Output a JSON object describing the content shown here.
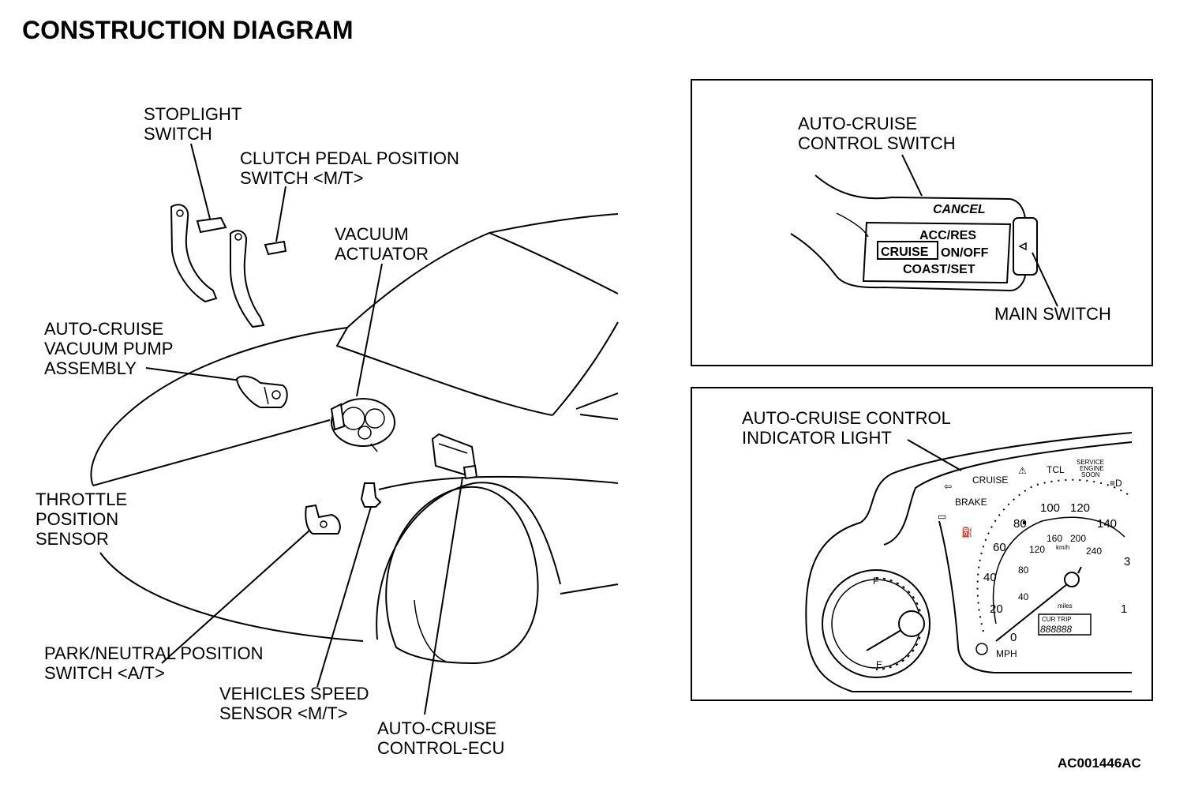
{
  "title": "CONSTRUCTION DIAGRAM",
  "reference_code": "AC001446AC",
  "labels": {
    "stoplight_switch": [
      "STOPLIGHT",
      "SWITCH"
    ],
    "clutch_switch": [
      "CLUTCH PEDAL POSITION",
      "SWITCH <M/T>"
    ],
    "vacuum_actuator": [
      "VACUUM",
      "ACTUATOR"
    ],
    "vacuum_pump": [
      "AUTO-CRUISE",
      "VACUUM PUMP",
      "ASSEMBLY"
    ],
    "throttle_sensor": [
      "THROTTLE",
      "POSITION",
      "SENSOR"
    ],
    "park_neutral_switch": [
      "PARK/NEUTRAL POSITION",
      "SWITCH <A/T>"
    ],
    "speed_sensor": [
      "VEHICLES SPEED",
      "SENSOR <M/T>"
    ],
    "cruise_ecu": [
      "AUTO-CRUISE",
      "CONTROL-ECU"
    ]
  },
  "switch_panel": {
    "label": [
      "AUTO-CRUISE",
      "CONTROL SWITCH"
    ],
    "main_switch": "MAIN SWITCH",
    "cancel": "CANCEL",
    "acc_res": "ACC/RES",
    "cruise": "CRUISE",
    "on_off": "ON/OFF",
    "coast_set": "COAST/SET"
  },
  "indicator_panel": {
    "label": [
      "AUTO-CRUISE CONTROL",
      "INDICATOR LIGHT"
    ],
    "cruise": "CRUISE",
    "brake": "BRAKE",
    "tcl": "TCL",
    "service_engine_soon": [
      "SERVICE",
      "ENGINE",
      "SOON"
    ],
    "mph": "MPH",
    "miles": "miles",
    "kmh": "km/h",
    "fuel_full": "F",
    "fuel_empty": "E",
    "odometer_tag": "CUR TRIP",
    "odometer_value": "888888",
    "mph_scale": [
      "20",
      "40",
      "60",
      "80",
      "100",
      "120",
      "140"
    ],
    "kmh_scale": [
      "40",
      "80",
      "120",
      "160",
      "200",
      "240"
    ],
    "tach_scale": [
      "0",
      "1",
      "3"
    ]
  }
}
